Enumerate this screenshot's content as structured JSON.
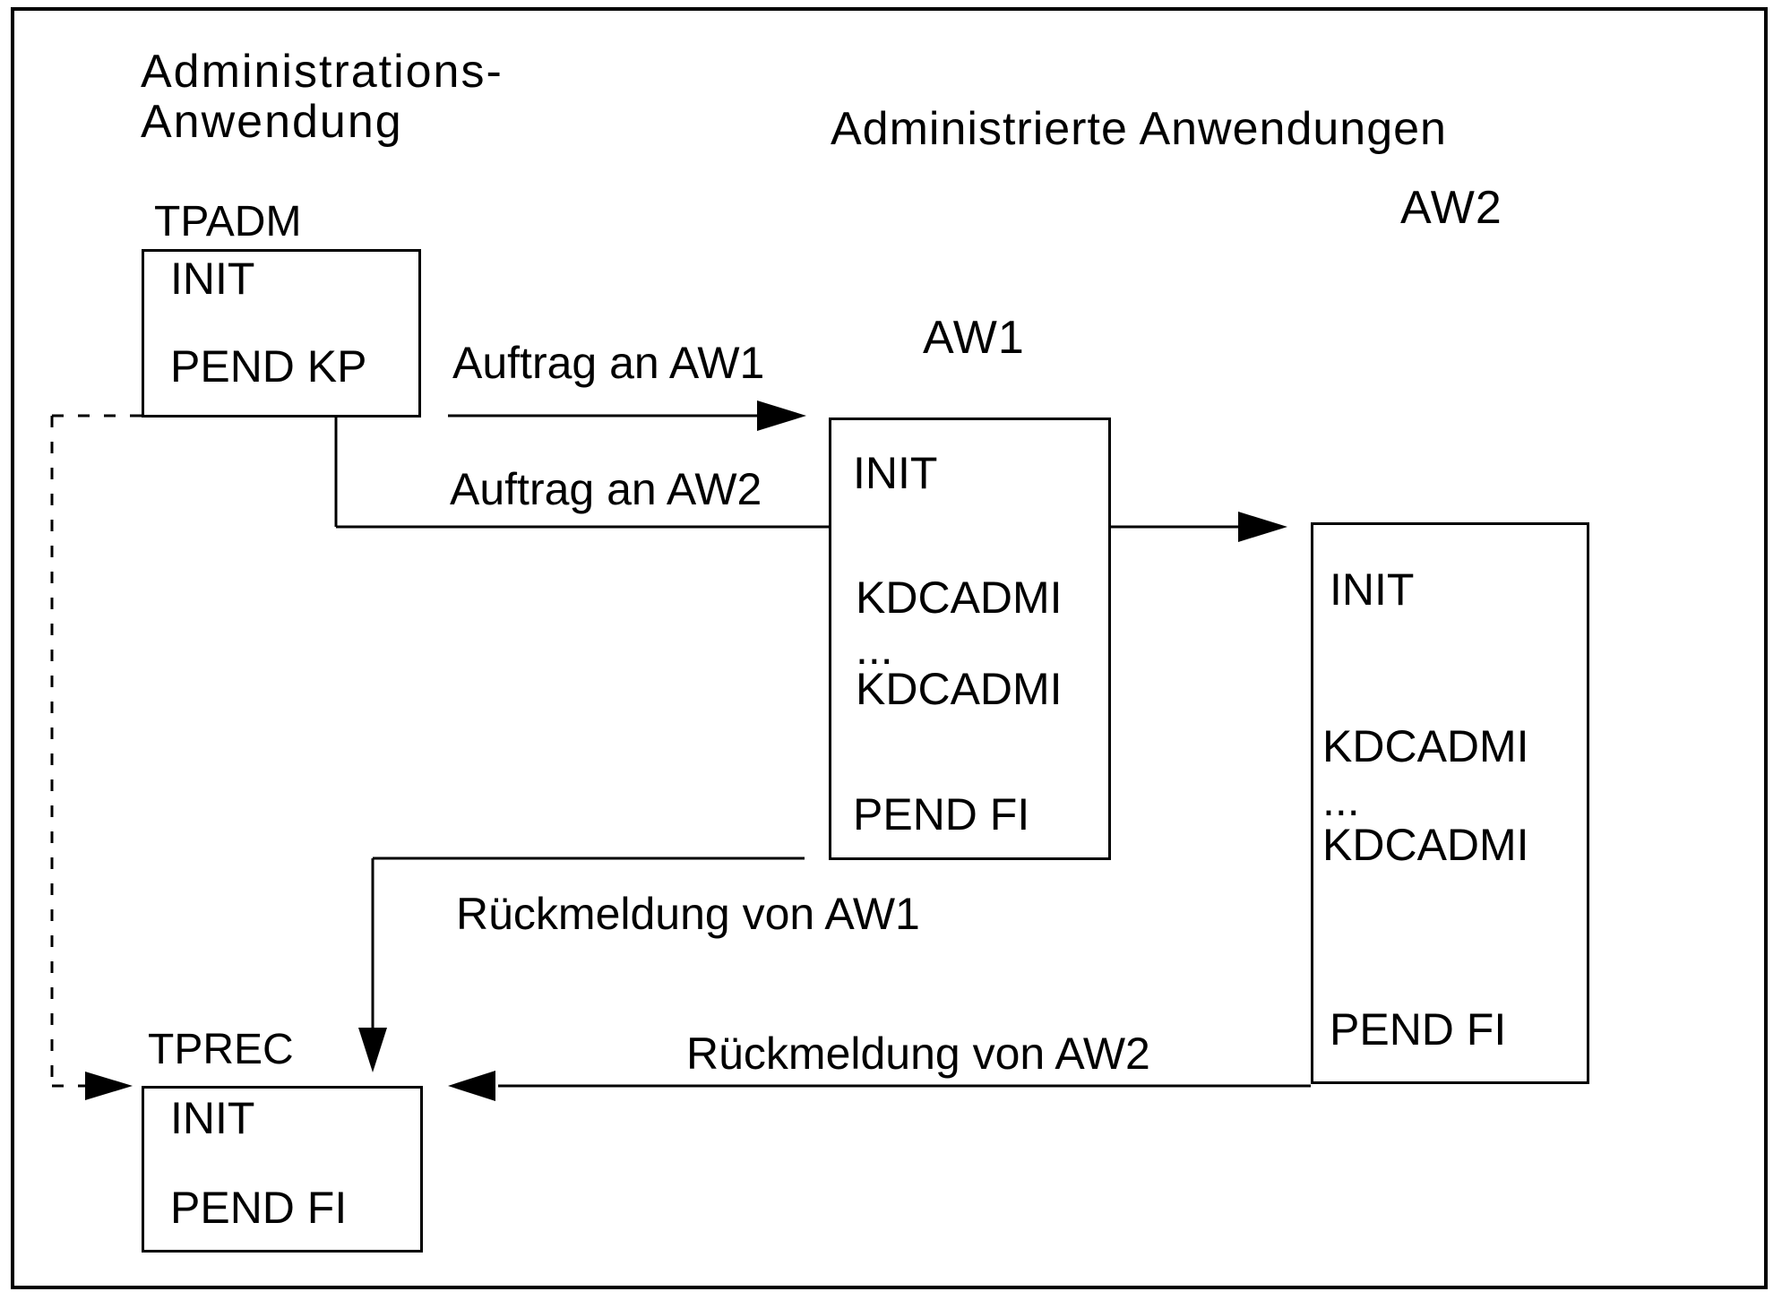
{
  "headings": {
    "admin_app_line1": "Administrations-",
    "admin_app_line2": "Anwendung",
    "administered_apps": "Administrierte Anwendungen"
  },
  "nodes": {
    "tpadm": {
      "label": "TPADM",
      "lines": [
        "INIT",
        "PEND KP"
      ]
    },
    "aw1": {
      "label": "AW1",
      "lines": [
        "INIT",
        "KDCADMI",
        "...",
        "KDCADMI",
        "PEND FI"
      ]
    },
    "aw2": {
      "label": "AW2",
      "lines": [
        "INIT",
        "KDCADMI",
        "...",
        "KDCADMI",
        "PEND FI"
      ]
    },
    "tprec": {
      "label": "TPREC",
      "lines": [
        "INIT",
        "PEND FI"
      ]
    }
  },
  "arrows": {
    "to_aw1": "Auftrag an AW1",
    "to_aw2": "Auftrag an AW2",
    "from_aw1": "Rückmeldung von AW1",
    "from_aw2": "Rückmeldung von AW2"
  },
  "colors": {
    "ink": "#000000",
    "background": "#ffffff"
  }
}
